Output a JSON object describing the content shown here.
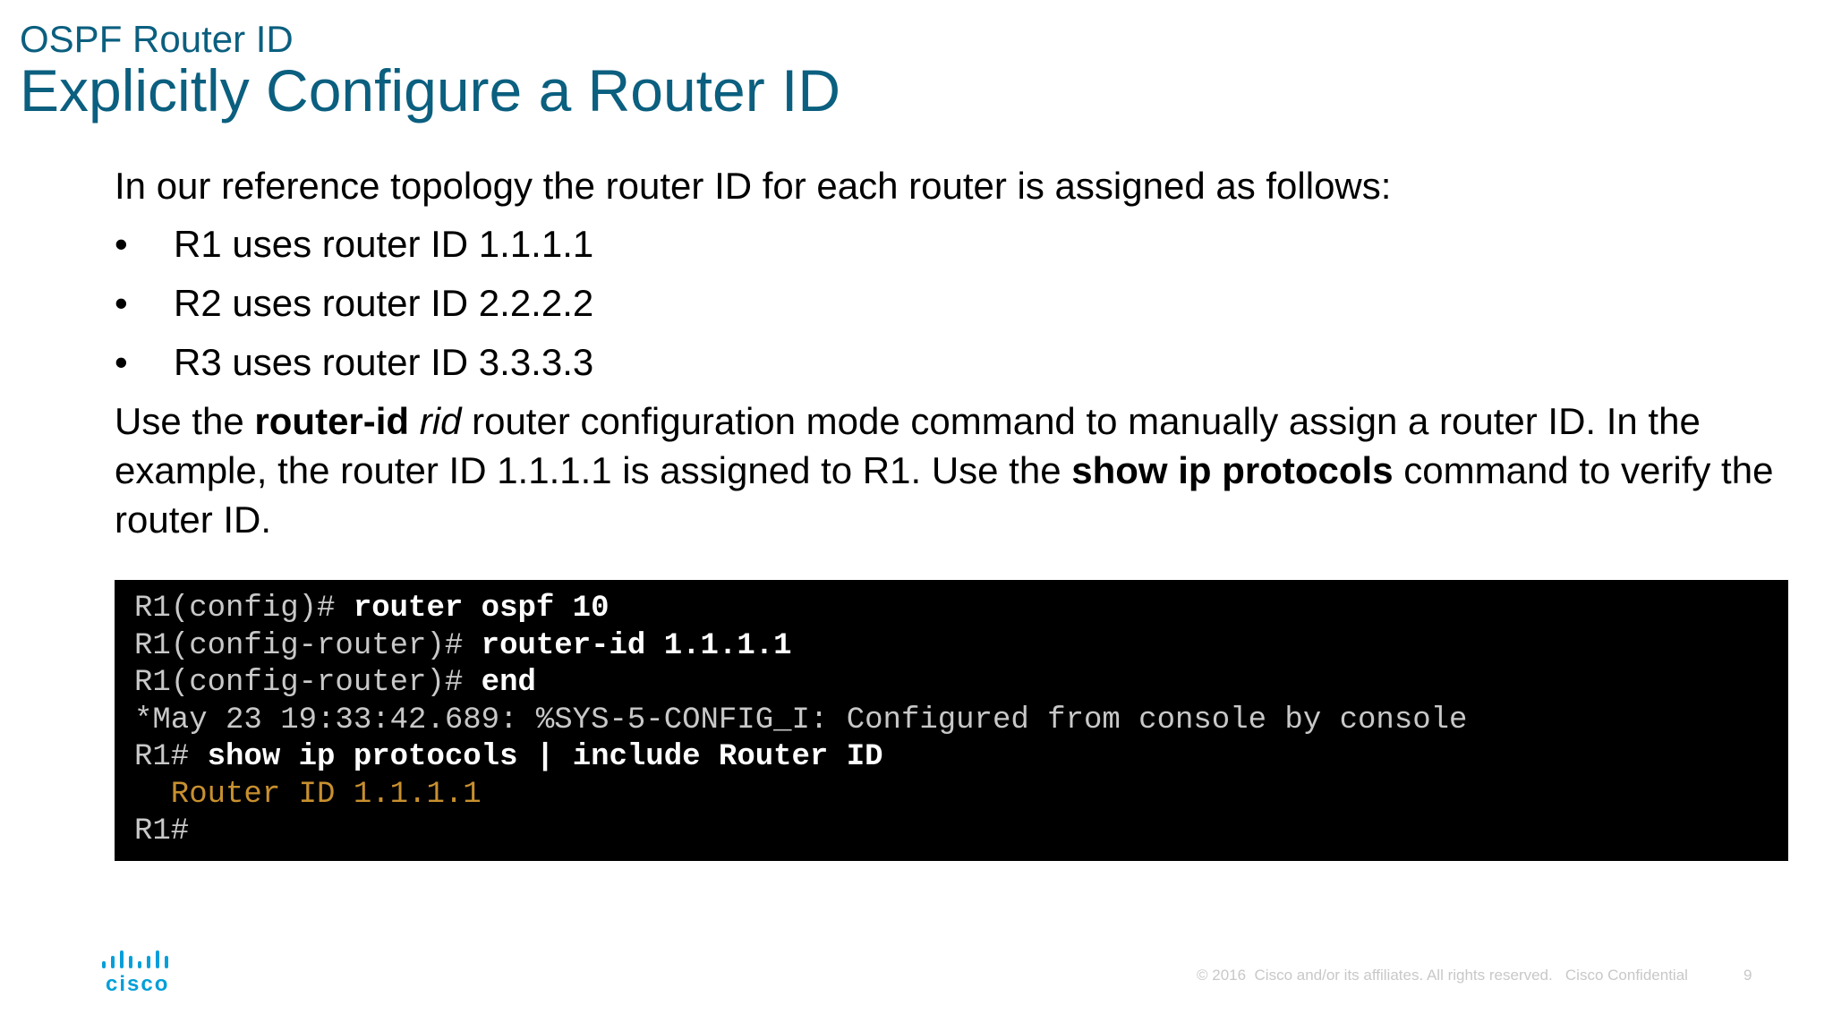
{
  "header": {
    "subtitle": "OSPF Router ID",
    "title": "Explicitly Configure a Router ID"
  },
  "body": {
    "intro": "In our reference topology the router ID for each router is assigned as follows:",
    "bullet_glyph": "•",
    "bullets": [
      "R1 uses router ID 1.1.1.1",
      "R2 uses router ID 2.2.2.2",
      "R3 uses router ID 3.3.3.3"
    ],
    "para": {
      "t1": "Use the ",
      "b1": "router-id",
      "sp": " ",
      "i1": "rid",
      "t2": " router configuration mode command to manually assign a router ID. In the example, the router ID 1.1.1.1 is assigned to R1. Use the ",
      "b2": "show ip protocols",
      "t3": " command to verify the router ID."
    }
  },
  "terminal": {
    "lines": [
      {
        "prompt": "R1(config)# ",
        "cmd": "router ospf 10"
      },
      {
        "prompt": "R1(config-router)# ",
        "cmd": "router-id 1.1.1.1"
      },
      {
        "prompt": "R1(config-router)# ",
        "cmd": "end"
      },
      {
        "text": "*May 23 19:33:42.689: %SYS-5-CONFIG_I: Configured from console by console"
      },
      {
        "prompt": "R1# ",
        "cmd": "show ip protocols | include Router ID"
      },
      {
        "highlight": "  Router ID 1.1.1.1"
      },
      {
        "prompt": "R1#"
      }
    ],
    "colors": {
      "background": "#000000",
      "text": "#c8c8c8",
      "command": "#ffffff",
      "highlight": "#c8902f"
    }
  },
  "footer": {
    "logo_text": "cisco",
    "copyright": "© 2016  Cisco and/or its affiliates. All rights reserved.",
    "confidential": "Cisco Confidential",
    "page_number": "9"
  },
  "colors": {
    "title": "#0b5f7f",
    "logo": "#049fd9"
  }
}
